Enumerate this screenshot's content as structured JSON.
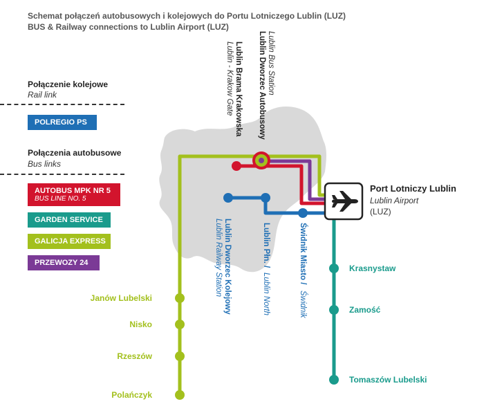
{
  "header": {
    "title_pl": "Schemat połączeń autobusowych i kolejowych do Portu Lotniczego Lublin (LUZ)",
    "title_en": "BUS & Railway connections to Lublin Airport (LUZ)"
  },
  "legend": {
    "rail_heading": "Połączenie kolejowe",
    "rail_sub": "Rail link",
    "bus_heading": "Połączenia autobusowe",
    "bus_sub": "Bus links",
    "rail_items": [
      {
        "label": "POLREGIO PS",
        "sub": "",
        "color": "#1f6fb5"
      }
    ],
    "bus_items": [
      {
        "label": "AUTOBUS MPK NR 5",
        "sub": "BUS LINE NO. 5",
        "color": "#d2142d"
      },
      {
        "label": "GARDEN SERVICE",
        "sub": "",
        "color": "#1a9b8c"
      },
      {
        "label": "GALICJA EXPRESS",
        "sub": "",
        "color": "#a3c01d"
      },
      {
        "label": "PRZEWOZY 24",
        "sub": "",
        "color": "#7b3a96"
      }
    ]
  },
  "airport": {
    "name": "Port Lotniczy Lublin",
    "name_en": "Lublin Airport",
    "code": "(LUZ)"
  },
  "stations": {
    "bus_station": {
      "pl": "Lublin Dworzec Autobusowy",
      "en": "Lublin Bus Station"
    },
    "krakow_gate": {
      "pl": "Lublin Brama Krakowska",
      "en": "Lublin - Krakow Gate"
    },
    "railway": {
      "pl": "Lublin Dworzec Kolejowy",
      "en": "Lublin Railway Station"
    },
    "north": {
      "pl": "Lublin Płn. /",
      "en": "Lublin North"
    },
    "swidnik": {
      "pl": "Świdnik Miasto /",
      "en": "Świdnik"
    }
  },
  "green_stops": [
    "Janów Lubelski",
    "Nisko",
    "Rzeszów",
    "Polańczyk"
  ],
  "teal_stops": [
    "Krasnystaw",
    "Zamość",
    "Tomaszów Lubelski"
  ],
  "colors": {
    "green": "#a3c01d",
    "teal": "#1a9b8c",
    "red": "#d2142d",
    "purple": "#7b3a96",
    "blue": "#1f6fb5",
    "map": "#d9d9d9"
  }
}
